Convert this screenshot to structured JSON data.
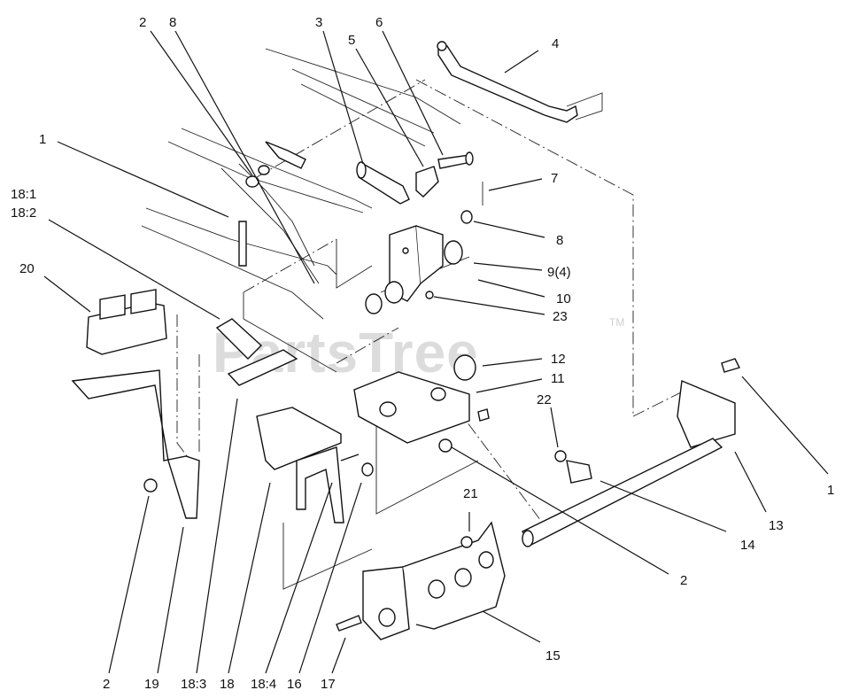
{
  "watermark": {
    "text": "PartsTree",
    "trademark": "TM"
  },
  "callouts": {
    "c2_top": "2",
    "c8_top": "8",
    "c3": "3",
    "c5": "5",
    "c6": "6",
    "c4": "4",
    "c1_left": "1",
    "c18_1": "18:1",
    "c18_2": "18:2",
    "c20": "20",
    "c7": "7",
    "c8_right": "8",
    "c9": "9(4)",
    "c10": "10",
    "c23": "23",
    "c12": "12",
    "c11": "11",
    "c22": "22",
    "c1_right": "1",
    "c13": "13",
    "c14": "14",
    "c21": "21",
    "c2_mid": "2",
    "c15": "15",
    "c2_bottom": "2",
    "c19": "19",
    "c18_3": "18:3",
    "c18": "18",
    "c18_4": "18:4",
    "c16": "16",
    "c17": "17"
  }
}
